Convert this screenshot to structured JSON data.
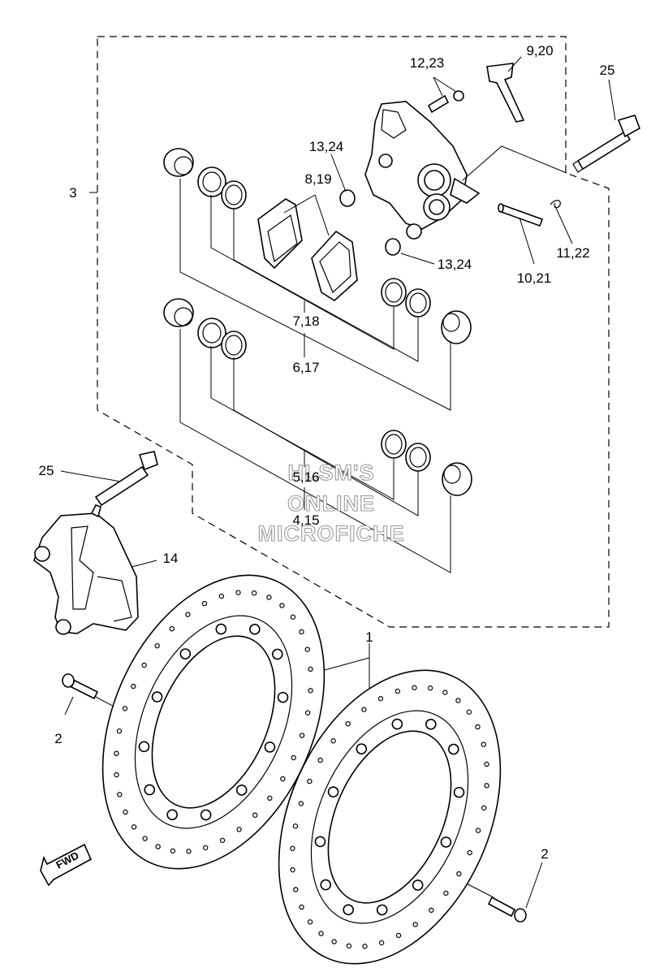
{
  "callouts": {
    "c1": "1",
    "c2a": "2",
    "c2b": "2",
    "c3": "3",
    "c4": "4,15",
    "c5": "5,16",
    "c6": "6,17",
    "c7": "7,18",
    "c8": "8,19",
    "c9": "9,20",
    "c10": "10,21",
    "c11": "11,22",
    "c12": "12,23",
    "c13a": "13,24",
    "c13b": "13,24",
    "c14": "14",
    "c25a": "25",
    "c25b": "25"
  },
  "watermark": [
    "HLSM'S",
    "ONLINE",
    "MICROFICHE"
  ],
  "fwd_label": "FWD"
}
